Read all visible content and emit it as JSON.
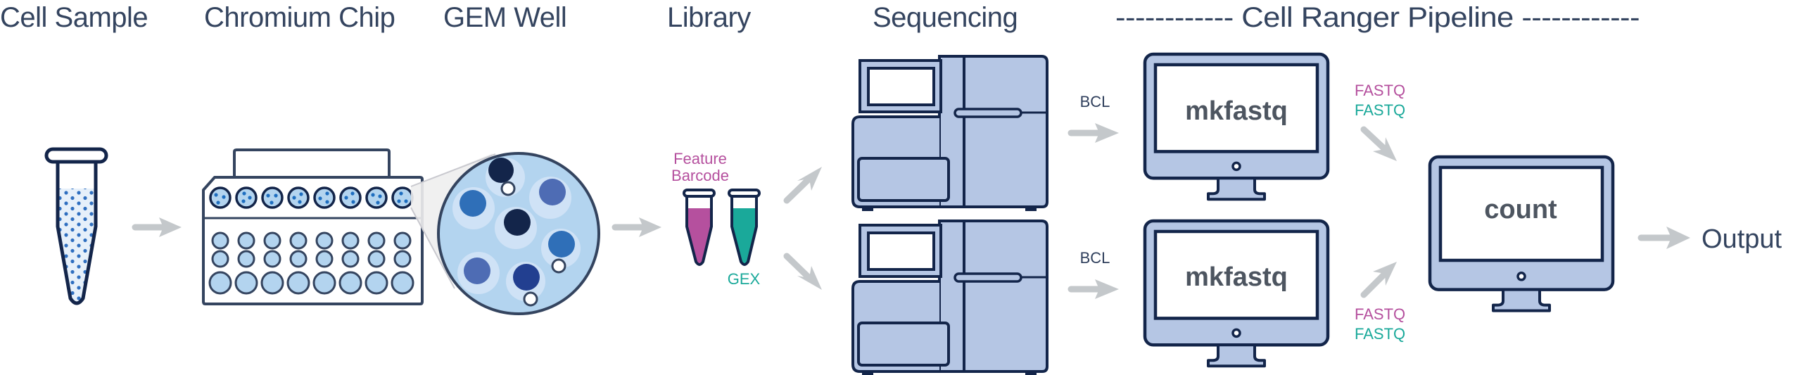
{
  "headers": {
    "cell_sample": "Cell Sample",
    "chromium_chip": "Chromium Chip",
    "gem_well": "GEM Well",
    "library": "Library",
    "sequencing": "Sequencing",
    "pipeline": "------------ Cell Ranger Pipeline ------------"
  },
  "library": {
    "feature_barcode_line1": "Feature",
    "feature_barcode_line2": "Barcode",
    "gex": "GEX"
  },
  "sequencing": {
    "bcl_top": "BCL",
    "bcl_bottom": "BCL"
  },
  "pipeline": {
    "mkfastq_top": "mkfastq",
    "mkfastq_bottom": "mkfastq",
    "fastq_top_fb": "FASTQ",
    "fastq_top_gex": "FASTQ",
    "fastq_bottom_fb": "FASTQ",
    "fastq_bottom_gex": "FASTQ",
    "count": "count",
    "output": "Output"
  },
  "icons": {
    "cell_sample": "sample-tube-icon",
    "chip": "chromium-chip-icon",
    "gem_well": "gem-well-magnified-icon",
    "library_feature_barcode": "feature-barcode-tube-icon",
    "library_gex": "gex-tube-icon",
    "sequencer": "sequencer-instrument-icon",
    "computer": "computer-monitor-icon",
    "arrow": "arrow-right-icon"
  },
  "colors": {
    "heading": "#34445f",
    "outline": "#13254a",
    "instrument_fill": "#b5c6e4",
    "well_fill": "#b3d4ef",
    "arrow": "#c4c8cb",
    "feature_barcode": "#b5509e",
    "gex": "#1aa99a",
    "screen_text": "#4d5560"
  }
}
